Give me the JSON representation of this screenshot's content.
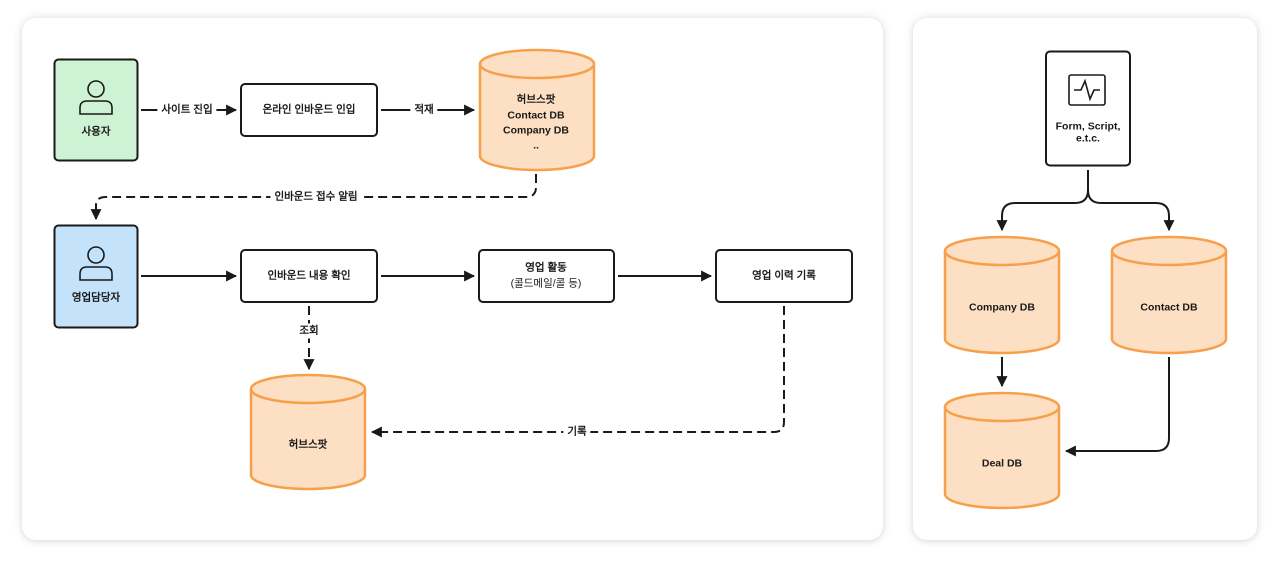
{
  "colors": {
    "stroke": "#1a1a1a",
    "user_fill": "#cdf3d4",
    "sales_fill": "#c4e3fb",
    "db_fill": "#fde0c3",
    "db_stroke": "#f7a04b",
    "box_fill": "#ffffff"
  },
  "left_diagram": {
    "actors": {
      "user": {
        "label": "사용자",
        "icon": "person-icon"
      },
      "sales_rep": {
        "label": "영업담당자",
        "icon": "person-icon"
      }
    },
    "processes": {
      "online_inbound": {
        "label": "온라인 인바운드 인입"
      },
      "check_inbound": {
        "label": "인바운드 내용 확인"
      },
      "sales_activity": {
        "label": "영업 활동",
        "sublabel": "(콜드메일/콜 등)"
      },
      "record_sales": {
        "label": "영업 이력 기록"
      }
    },
    "databases": {
      "hubspot_top": {
        "lines": [
          "허브스팟",
          "Contact DB",
          "Company DB",
          ".."
        ]
      },
      "hubspot_bottom": {
        "label": "허브스팟"
      }
    },
    "edges": {
      "site_entry": "사이트 진입",
      "accumulate": "적재",
      "inbound_alert": "인바운드 접수 알림",
      "lookup": "조회",
      "record": "기록"
    }
  },
  "right_diagram": {
    "source": {
      "label_line1": "Form, Script,",
      "label_line2": "e.t.c.",
      "icon": "activity-monitor-icon"
    },
    "databases": {
      "company": "Company DB",
      "contact": "Contact DB",
      "deal": "Deal DB"
    }
  }
}
